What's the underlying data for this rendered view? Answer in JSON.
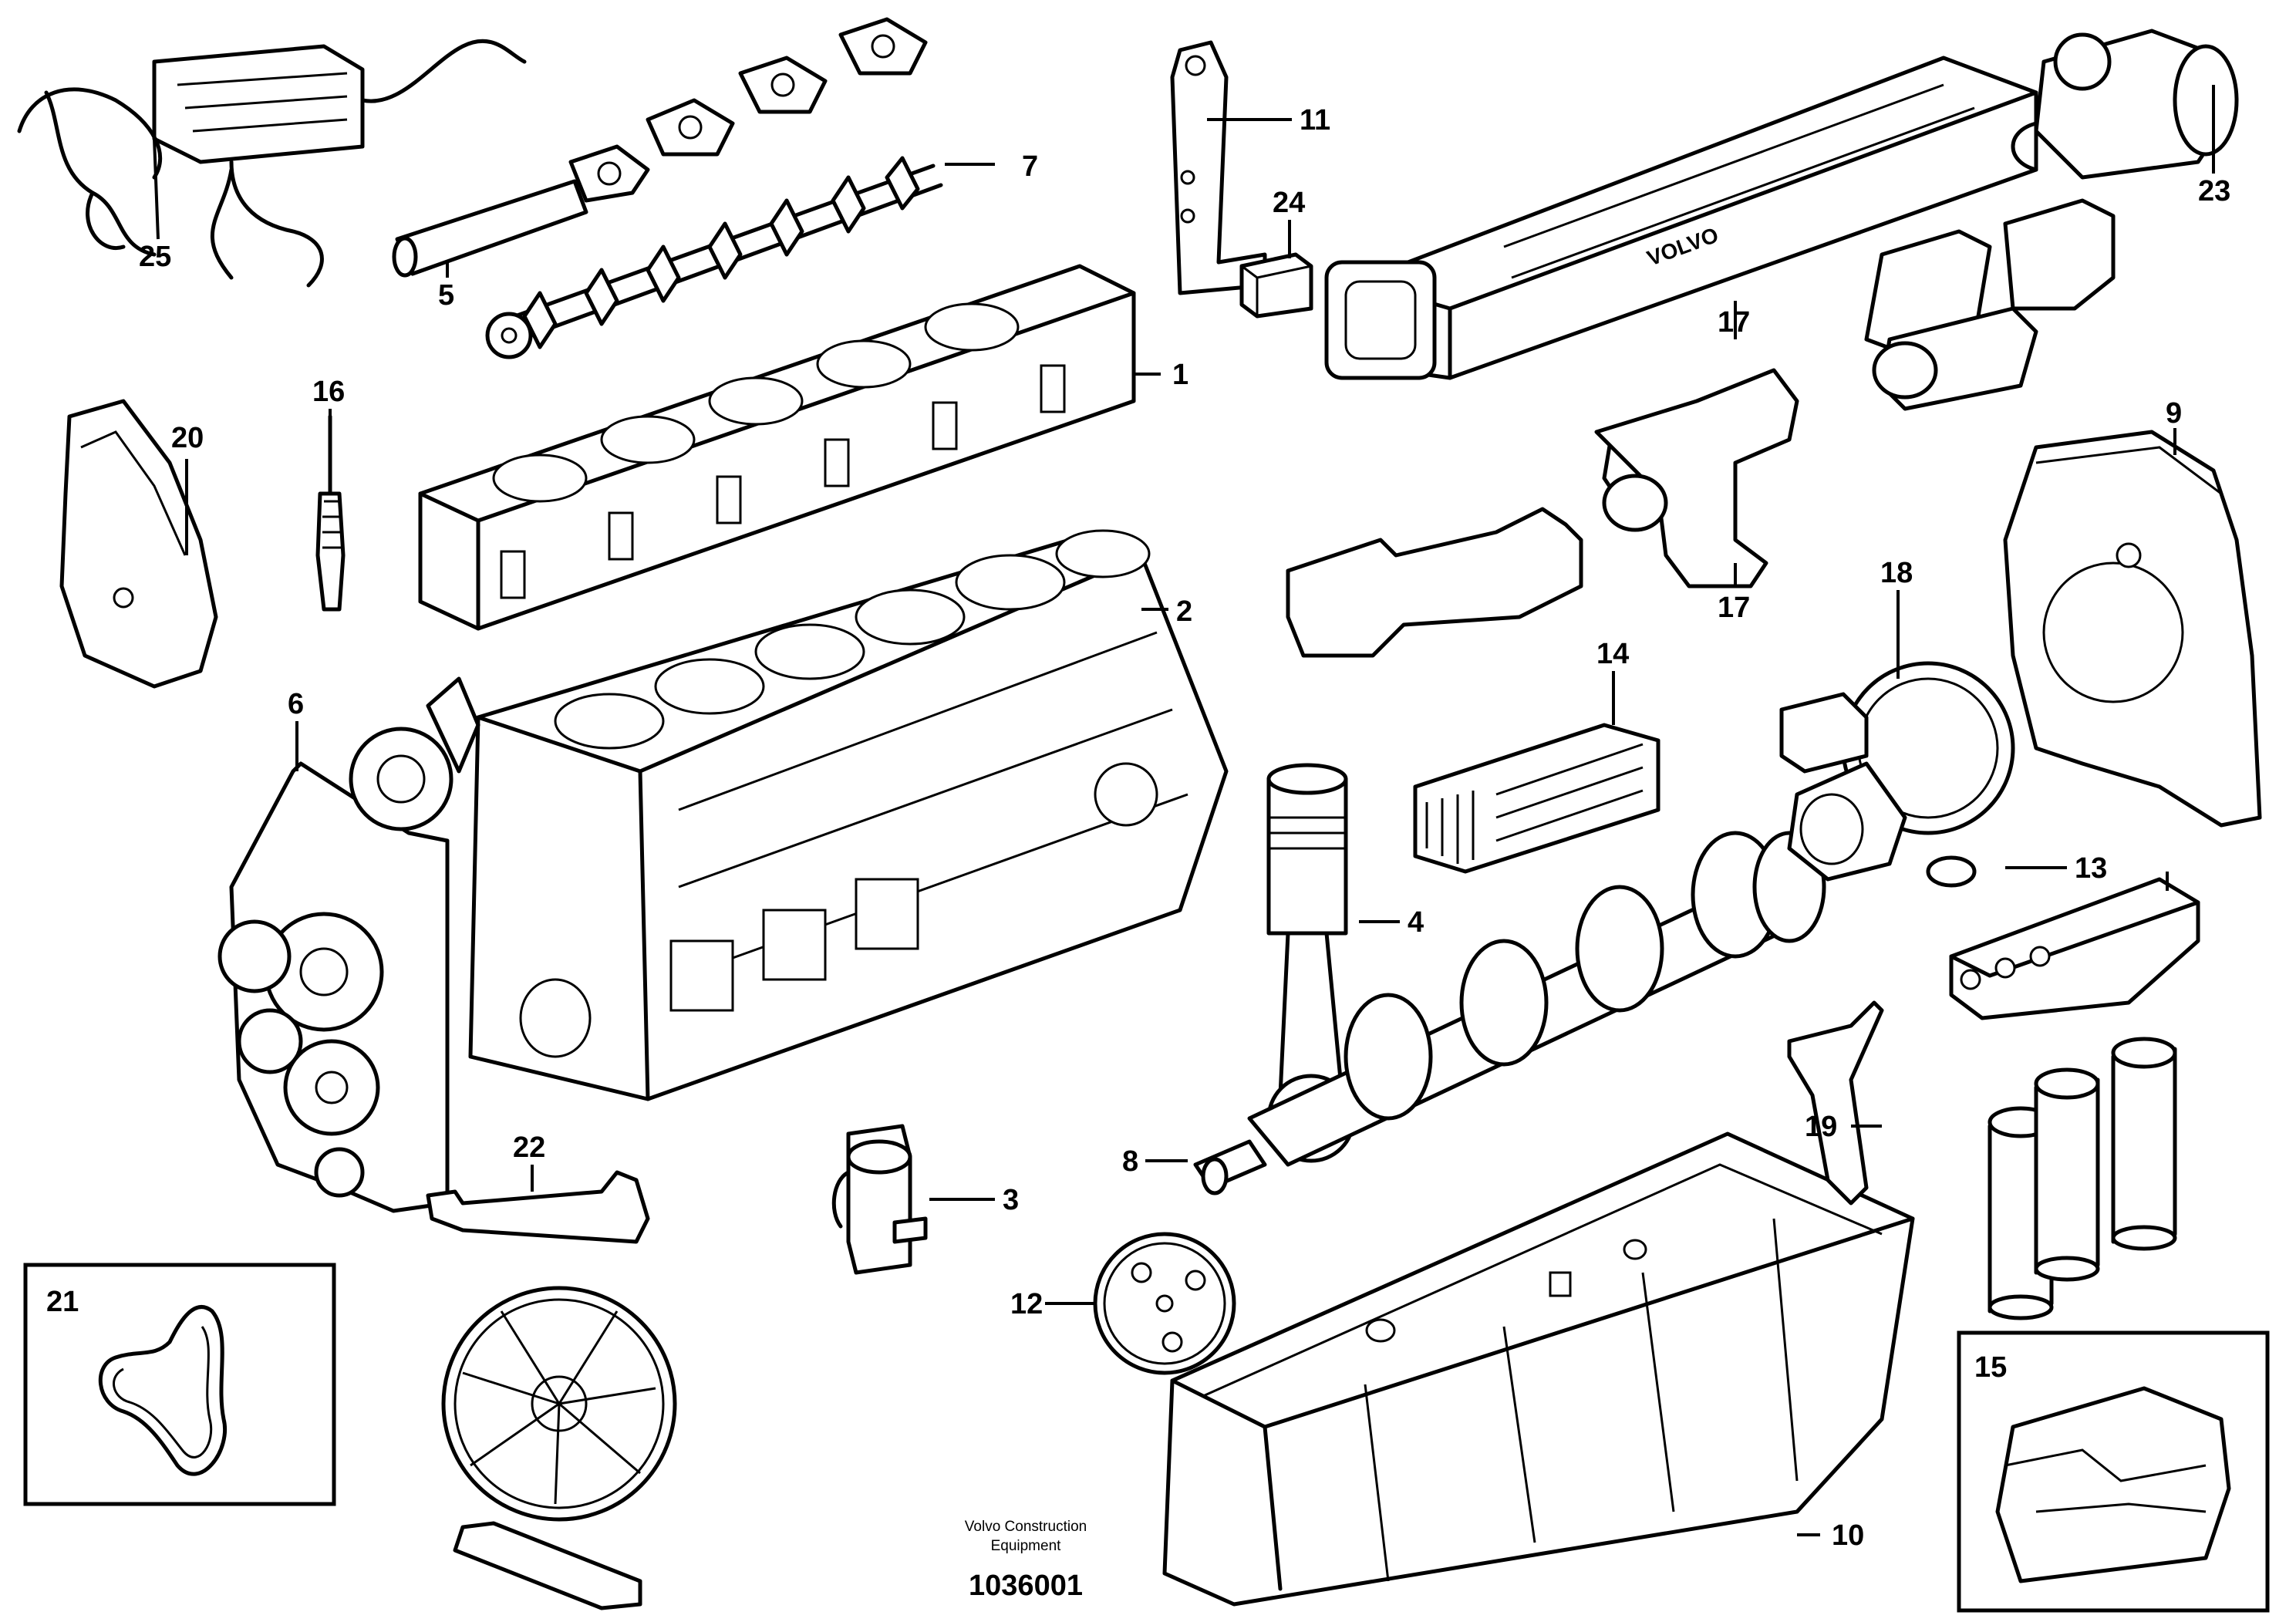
{
  "callouts": {
    "c1": "1",
    "c2": "2",
    "c3": "3",
    "c4": "4",
    "c5": "5",
    "c6": "6",
    "c7": "7",
    "c8": "8",
    "c9": "9",
    "c10": "10",
    "c11": "11",
    "c12": "12",
    "c13": "13",
    "c14": "14",
    "c15": "15",
    "c16": "16",
    "c17a": "17",
    "c17b": "17",
    "c18": "18",
    "c19": "19",
    "c20": "20",
    "c21": "21",
    "c22": "22",
    "c23": "23",
    "c24": "24",
    "c25": "25"
  },
  "caption": {
    "line1": "Volvo Construction",
    "line2": "Equipment"
  },
  "document_number": "1036001",
  "manifold_brand": "VOLVO"
}
